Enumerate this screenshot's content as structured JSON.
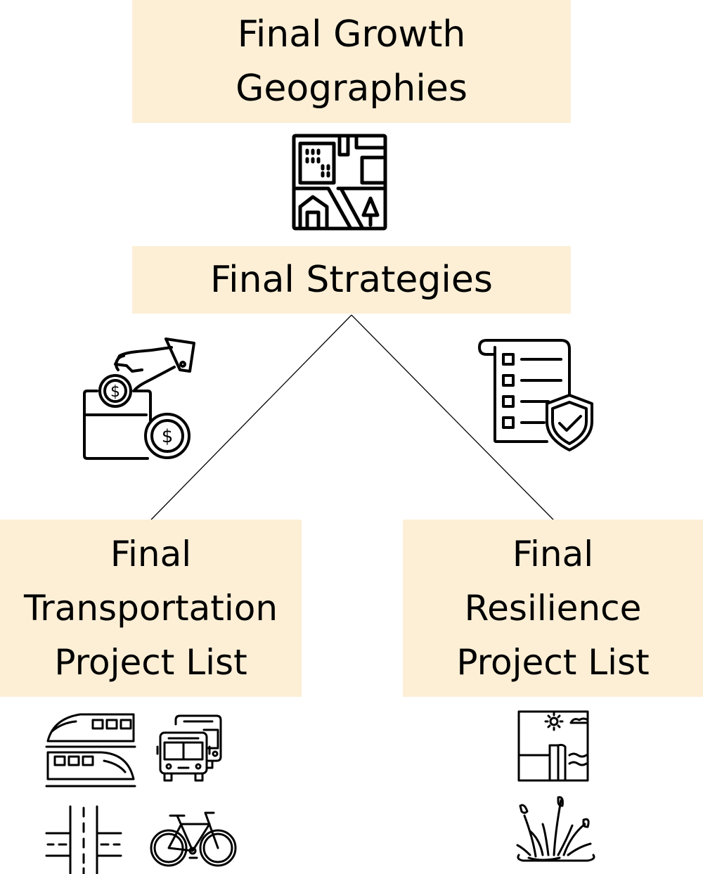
{
  "boxes": {
    "growth": {
      "line1": "Final Growth",
      "line2": "Geographies"
    },
    "strategies": {
      "line1": "Final Strategies"
    },
    "transport": {
      "line1": "Final",
      "line2": "Transportation",
      "line3": "Project List"
    },
    "resilience": {
      "line1": "Final",
      "line2": "Resilience",
      "line3": "Project List"
    }
  },
  "colors": {
    "box_fill": "#fcefd6",
    "ink": "#000000"
  },
  "icons": [
    "city-map-icon",
    "hand-coin-donation-icon",
    "checklist-shield-icon",
    "trains-icon",
    "buses-icon",
    "road-lanes-icon",
    "bicycle-icon",
    "landscape-window-icon",
    "wetland-reeds-icon"
  ]
}
